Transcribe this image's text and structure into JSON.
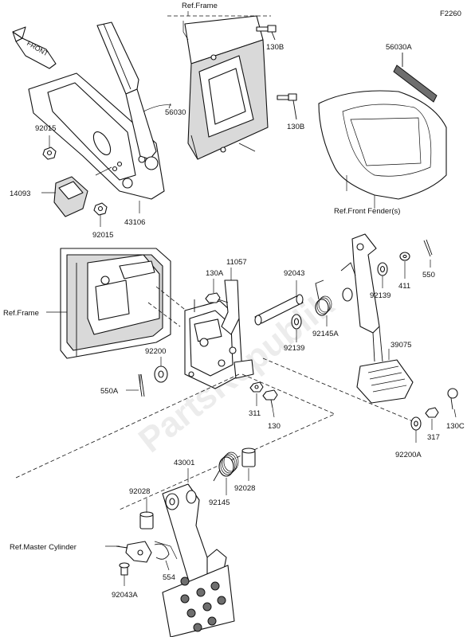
{
  "diagram_code": "F2260",
  "watermark": "PartsRepublik",
  "front_label": "FRONT",
  "refs": {
    "frame_top": "Ref.Frame",
    "frame_left": "Ref.Frame",
    "front_fender": "Ref.Front Fender(s)",
    "master_cylinder": "Ref.Master Cylinder"
  },
  "part_numbers": {
    "p130B_a": "130B",
    "p130B_b": "130B",
    "p56030A": "56030A",
    "p56030": "56030",
    "p92015_a": "92015",
    "p92015_b": "92015",
    "p14093": "14093",
    "p43106": "43106",
    "p11057": "11057",
    "p130A": "130A",
    "p92043": "92043",
    "p92145A": "92145A",
    "p92139_a": "92139",
    "p92139_b": "92139",
    "p411": "411",
    "p550": "550",
    "p39075": "39075",
    "p92200": "92200",
    "p550A": "550A",
    "p311": "311",
    "p130": "130",
    "p130C": "130C",
    "p317": "317",
    "p92200A": "92200A",
    "p43001": "43001",
    "p92028_a": "92028",
    "p92028_b": "92028",
    "p92145": "92145",
    "p554": "554",
    "p92043A": "92043A"
  }
}
